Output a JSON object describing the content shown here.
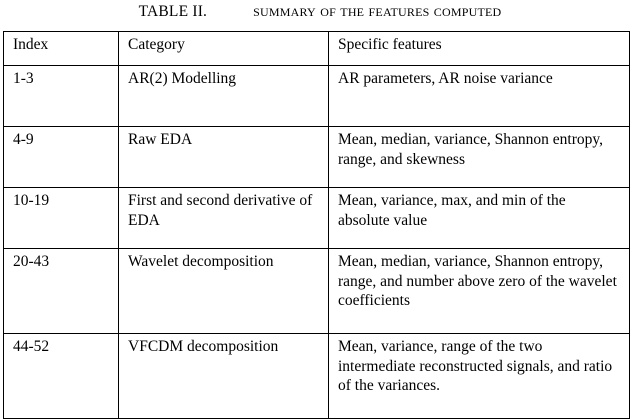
{
  "caption": {
    "table_number": "TABLE II.",
    "title": "Summary of the features computed"
  },
  "table": {
    "columns": [
      "Index",
      "Category",
      "Specific features"
    ],
    "rows": [
      {
        "index": "1-3",
        "category": "AR(2) Modelling",
        "features": "AR parameters, AR noise variance"
      },
      {
        "index": "4-9",
        "category": "Raw EDA",
        "features": "Mean, median, variance, Shannon entropy, range, and skewness"
      },
      {
        "index": "10-19",
        "category": "First and second derivative of EDA",
        "features": "Mean, variance, max, and min of the absolute value"
      },
      {
        "index": "20-43",
        "category": "Wavelet decomposition",
        "features": "Mean, median, variance, Shannon entropy, range, and number above zero of the wavelet coefficients"
      },
      {
        "index": "44-52",
        "category": "VFCDM decomposition",
        "features": "Mean, variance, range of the two intermediate reconstructed signals, and ratio of the variances."
      }
    ]
  }
}
